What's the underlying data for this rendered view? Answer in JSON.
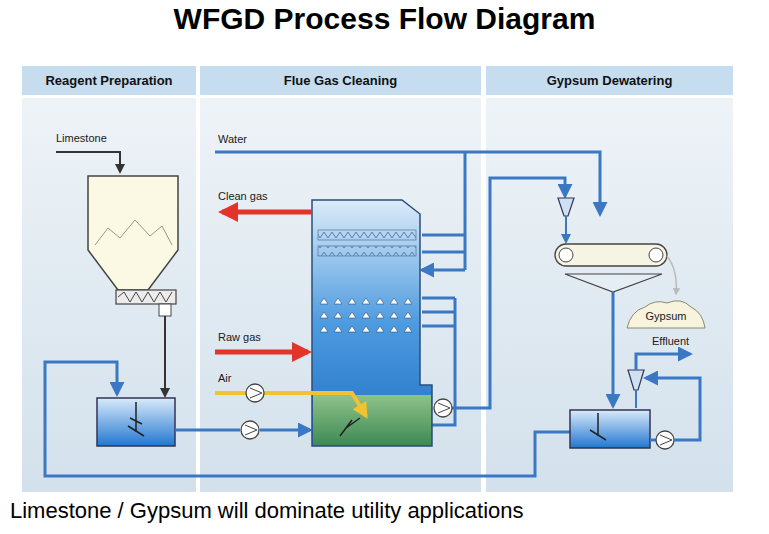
{
  "diagram": {
    "title": "WFGD Process Flow Diagram",
    "caption": "Limestone / Gypsum will dominate utility applications",
    "nodes": [
      {
        "text": [
          "Reagent Preparation"
        ]
      },
      {
        "text": [
          "Flue Gas Cleaning"
        ]
      },
      {
        "text": [
          "Gypsum Dewatering"
        ]
      },
      {
        "text": [
          "Gypsum"
        ],
        "in": 2
      }
    ],
    "labels": [
      "Limestone",
      "Water",
      "Clean gas",
      "Raw gas",
      "Air",
      "Effluent"
    ]
  }
}
